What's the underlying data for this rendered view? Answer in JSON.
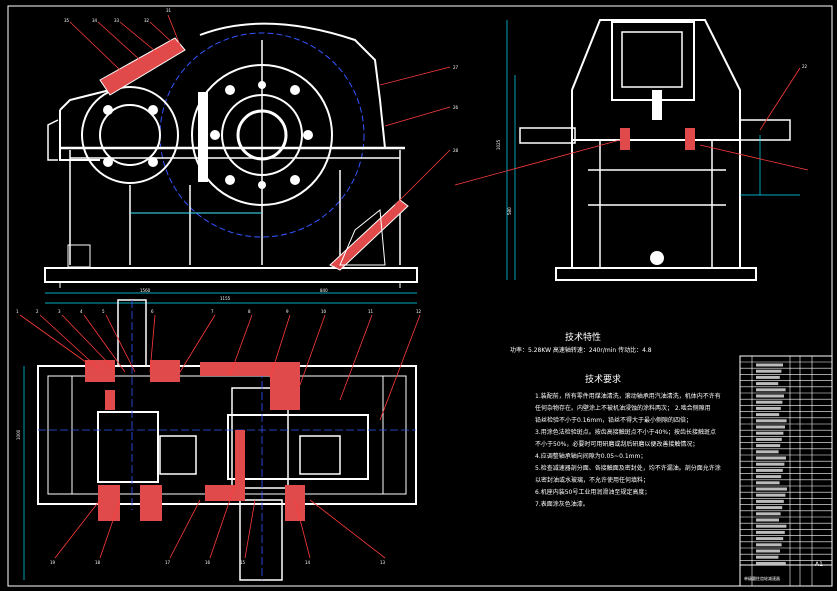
{
  "drawing": {
    "tech_features_title": "技术特性",
    "tech_features_line": "功率：5.28KW 高速轴转速：240r/min 传动比：4.8",
    "tech_requirements_title": "技术要求",
    "tech_requirements": [
      "1.装配前，所有零件用煤油清洗，滚动轴承用汽油清洗，机体内不许有",
      "任何杂物存在。内壁涂上不被机油浸蚀的涂料两次；   2.啮合侧隙用",
      "铅丝检验不小于0.16mm，铅丝不得大于最小侧隙的四倍；",
      "3.用涂色法检验斑点。按齿高接触斑点不小于40%；按齿长接触斑点",
      "不小于50%，必要时可用研磨或刮后研磨以便改善接触情况；",
      "4.应调整轴承轴向间隙为0.05~0.1mm；",
      "5.检查减速器剖分面、各接触面及密封处，均不许漏油。剖分面允许涂",
      "以密封油或水玻璃，不允许使用任何填料；",
      "6.机座内装50号工业用润滑油至规定高度；",
      "7.表面涂灰色油漆。"
    ],
    "title_block": {
      "scale": "A1",
      "label": "单级圆柱齿轮减速器"
    },
    "dims": {
      "top_overall": "1155",
      "top_span": "840",
      "top_left": "1560",
      "side_height": "1025",
      "side_half": "580",
      "plan_height": "1000"
    },
    "part_numbers_left": [
      "35",
      "34",
      "33",
      "32",
      "31"
    ],
    "part_numbers_right": [
      "27",
      "26",
      "28",
      "22"
    ],
    "part_numbers_plan_top": [
      "1",
      "2",
      "3",
      "4",
      "5",
      "6",
      "7",
      "8",
      "9",
      "10",
      "11",
      "12"
    ],
    "part_numbers_plan_bottom": [
      "19",
      "18",
      "17",
      "16",
      "15",
      "14",
      "13"
    ],
    "colors": {
      "background": "#000000",
      "outline": "#ffffff",
      "section_fill": "#e04a4a",
      "dimension": "#00e5ff",
      "center_line": "#4466ff",
      "leader": "#ff3b3b"
    }
  }
}
